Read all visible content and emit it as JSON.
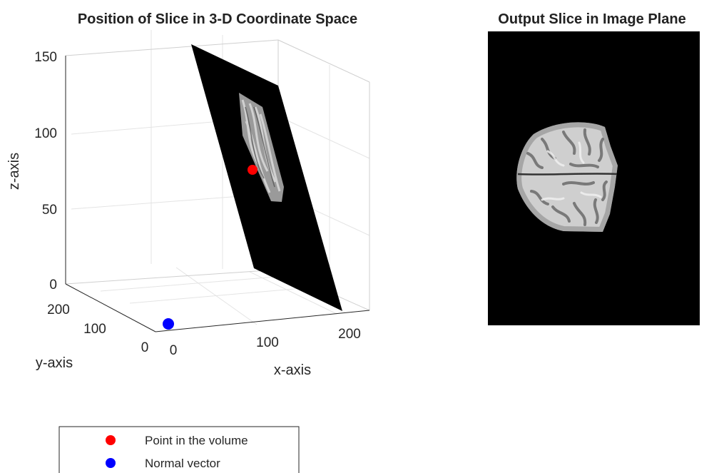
{
  "chart_data": [
    {
      "type": "scatter",
      "title": "Position of Slice in 3-D Coordinate Space",
      "xlabel": "x-axis",
      "ylabel": "y-axis",
      "zlabel": "z-axis",
      "xlim": [
        0,
        240
      ],
      "ylim": [
        0,
        240
      ],
      "zlim": [
        0,
        155
      ],
      "xticks": [
        "0",
        "100",
        "200"
      ],
      "yticks": [
        "0",
        "100",
        "200"
      ],
      "zticks": [
        "0",
        "50",
        "100",
        "150"
      ],
      "grid": true,
      "legend_position": "bottom-left",
      "series": [
        {
          "name": "Point in the volume",
          "color": "#ff0000",
          "points": [
            {
              "x": 120,
              "y": 120,
              "z": 78
            }
          ]
        },
        {
          "name": "Normal vector",
          "color": "#0000ff",
          "points": [
            {
              "x": 0,
              "y": 20,
              "z": 0
            }
          ]
        }
      ],
      "slice_plane": {
        "color": "#000000",
        "content": "grayscale brain MRI slice"
      }
    },
    {
      "type": "image",
      "title": "Output Slice in Image Plane",
      "background": "#000000",
      "content": "grayscale axial brain MRI slice"
    }
  ]
}
